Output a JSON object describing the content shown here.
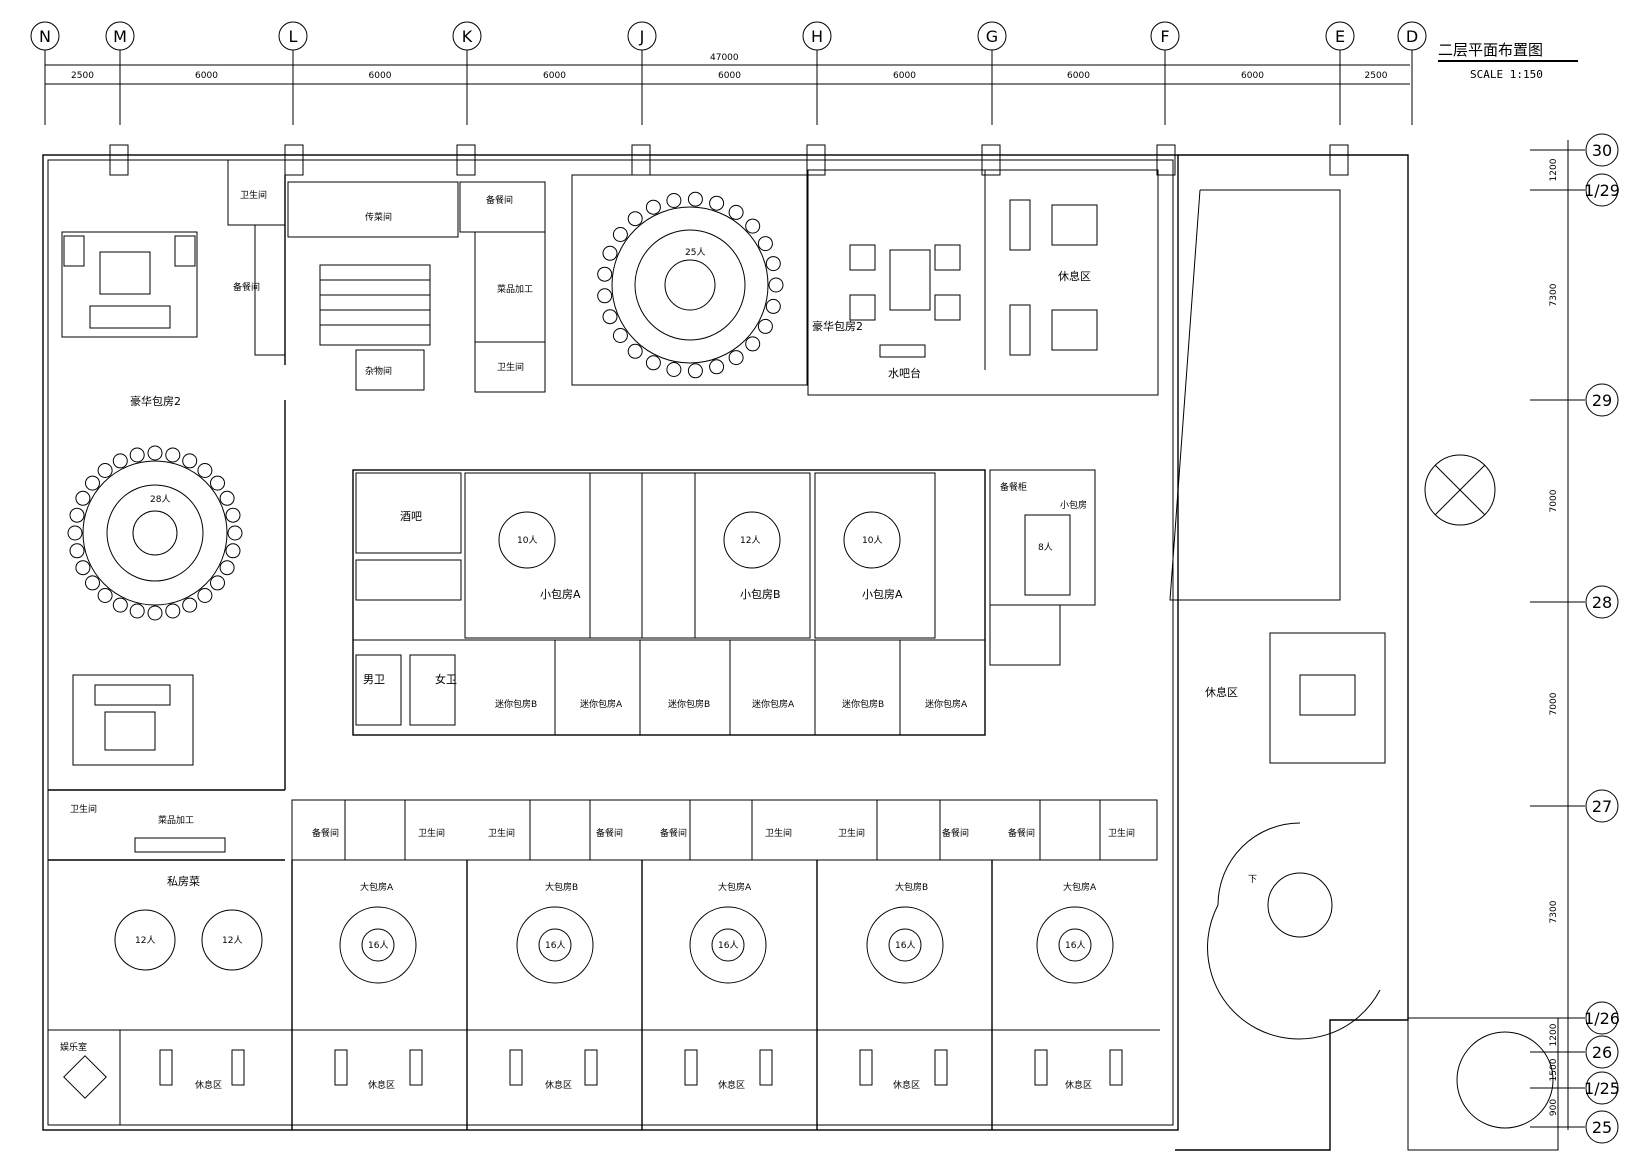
{
  "title": "二层平面布置图",
  "scale": "SCALE 1:150",
  "total_dimension": "47000",
  "top_axes": [
    "N",
    "M",
    "L",
    "K",
    "J",
    "H",
    "G",
    "F",
    "E",
    "D"
  ],
  "top_spans": [
    "2500",
    "6000",
    "6000",
    "6000",
    "6000",
    "6000",
    "6000",
    "6000",
    "2500"
  ],
  "right_axes": [
    "30",
    "1/29",
    "29",
    "28",
    "27",
    "1/26",
    "26",
    "1/25",
    "25"
  ],
  "right_spans": [
    "1200",
    "7300",
    "7000",
    "7000",
    "7300",
    "1200",
    "1500",
    "900"
  ],
  "rooms": {
    "suite_left": "豪华包房2",
    "vip_top_right": "豪华包房2",
    "table_28": "28人",
    "table_25": "25人",
    "pantry_top": "备餐间",
    "pantry_left": "备餐间",
    "service_room": "传菜间",
    "wc_top_left": "卫生间",
    "wc_top_mid": "卫生间",
    "food_processing": "菜品加工",
    "storage": "杂物间",
    "water_bar": "水吧台",
    "lounge_top": "休息区",
    "lounge_right": "休息区",
    "bar": "酒吧",
    "small_room_a1": "小包房A",
    "small_room_b": "小包房B",
    "small_room_a2": "小包房A",
    "small_room_8": "小包房",
    "wine_cabinet": "备餐柜",
    "seats_10": "10人",
    "seats_12": "12人",
    "seats_10b": "10人",
    "seats_8": "8人",
    "mini_b1": "迷你包房B",
    "mini_a1": "迷你包房A",
    "mini_b2": "迷你包房B",
    "mini_a2": "迷你包房A",
    "mini_b3": "迷你包房B",
    "mini_a3": "迷你包房A",
    "wc_male": "男卫",
    "wc_female": "女卫",
    "private_room": "私房菜",
    "food_processing_2": "菜品加工",
    "wc_bottom_left": "卫生间",
    "seats_12a": "12人",
    "seats_12b": "12人",
    "pantry_b1": "备餐间",
    "wc_b1": "卫生间",
    "wc_b2": "卫生间",
    "pantry_b2": "备餐间",
    "pantry_b3": "备餐间",
    "wc_b3": "卫生间",
    "wc_b4": "卫生间",
    "pantry_b4": "备餐间",
    "pantry_b5": "备餐间",
    "wc_b5": "卫生间",
    "big_a1": "大包房A",
    "big_b1": "大包房B",
    "big_a2": "大包房A",
    "big_b2": "大包房B",
    "big_a3": "大包房A",
    "seats_16a": "16人",
    "seats_16b": "16人",
    "seats_16c": "16人",
    "seats_16d": "16人",
    "seats_16e": "16人",
    "rest_1": "休息区",
    "rest_2": "休息区",
    "rest_3": "休息区",
    "rest_4": "休息区",
    "rest_5": "休息区",
    "rest_6": "休息区",
    "entertainment": "娱乐室",
    "stair_down": "下"
  }
}
